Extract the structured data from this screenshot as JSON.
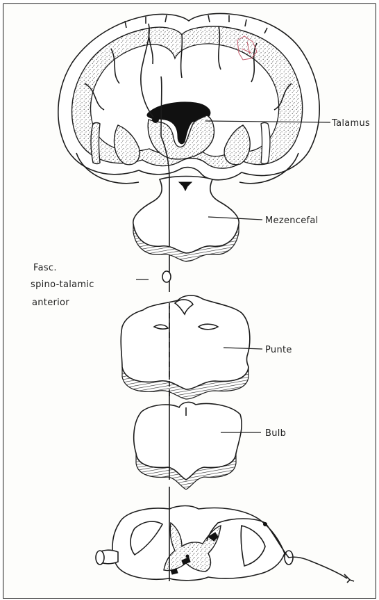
{
  "labels": {
    "talamus": "Talamus",
    "mezencefal": "Mezencefal",
    "fasc_line1": "Fasc.",
    "fasc_line2": "spino-talamic",
    "fasc_line3": "anterior",
    "punte": "Punte",
    "bulb": "Bulb"
  },
  "colors": {
    "ink": "#1c1c1c",
    "background": "#fdfdfb",
    "stipple": "#3a3a3a",
    "red_pencil": "#c25a6a"
  }
}
